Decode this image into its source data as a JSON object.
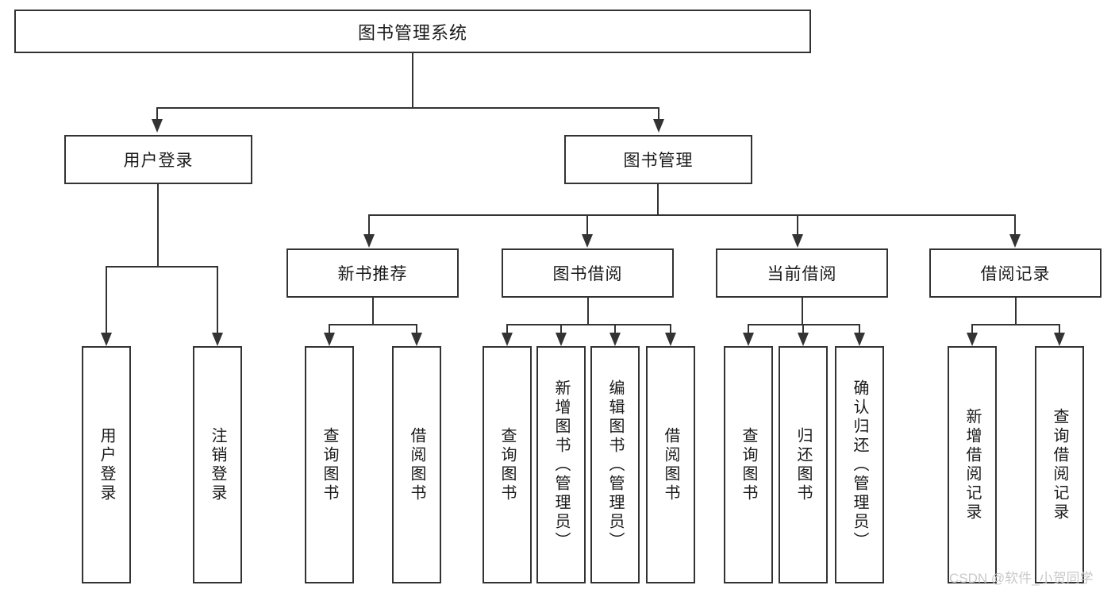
{
  "diagram": {
    "title": "图书管理系统",
    "type": "功能结构图",
    "theme": {
      "stroke": "#333333",
      "fill": "#ffffff",
      "text": "#1a1a1a",
      "watermark_color": "#c9c9c9"
    },
    "root": {
      "label": "图书管理系统"
    },
    "level2": [
      {
        "id": "user-login",
        "label": "用户登录"
      },
      {
        "id": "book-manage",
        "label": "图书管理"
      }
    ],
    "level3": [
      {
        "id": "new-book-recommend",
        "label": "新书推荐",
        "parent": "book-manage"
      },
      {
        "id": "book-borrow",
        "label": "图书借阅",
        "parent": "book-manage"
      },
      {
        "id": "current-borrow",
        "label": "当前借阅",
        "parent": "book-manage"
      },
      {
        "id": "borrow-record",
        "label": "借阅记录",
        "parent": "book-manage"
      }
    ],
    "leaves": {
      "user_login": [
        {
          "id": "leaf-user-login",
          "label": "用户登录"
        },
        {
          "id": "leaf-user-logout",
          "label": "注销登录"
        }
      ],
      "new_book_recommend": [
        {
          "id": "leaf-query-book-1",
          "label": "查询图书"
        },
        {
          "id": "leaf-borrow-book-1",
          "label": "借阅图书"
        }
      ],
      "book_borrow": [
        {
          "id": "leaf-query-book-2",
          "label": "查询图书"
        },
        {
          "id": "leaf-add-book",
          "label": "新增图书（管理员）"
        },
        {
          "id": "leaf-edit-book",
          "label": "编辑图书（管理员）"
        },
        {
          "id": "leaf-borrow-book-2",
          "label": "借阅图书"
        }
      ],
      "current_borrow": [
        {
          "id": "leaf-query-book-3",
          "label": "查询图书"
        },
        {
          "id": "leaf-return-book",
          "label": "归还图书"
        },
        {
          "id": "leaf-confirm-return",
          "label": "确认归还（管理员）"
        }
      ],
      "borrow_record": [
        {
          "id": "leaf-add-record",
          "label": "新增借阅记录"
        },
        {
          "id": "leaf-query-record",
          "label": "查询借阅记录"
        }
      ]
    },
    "watermark": "CSDN @软件_小贺同学"
  }
}
